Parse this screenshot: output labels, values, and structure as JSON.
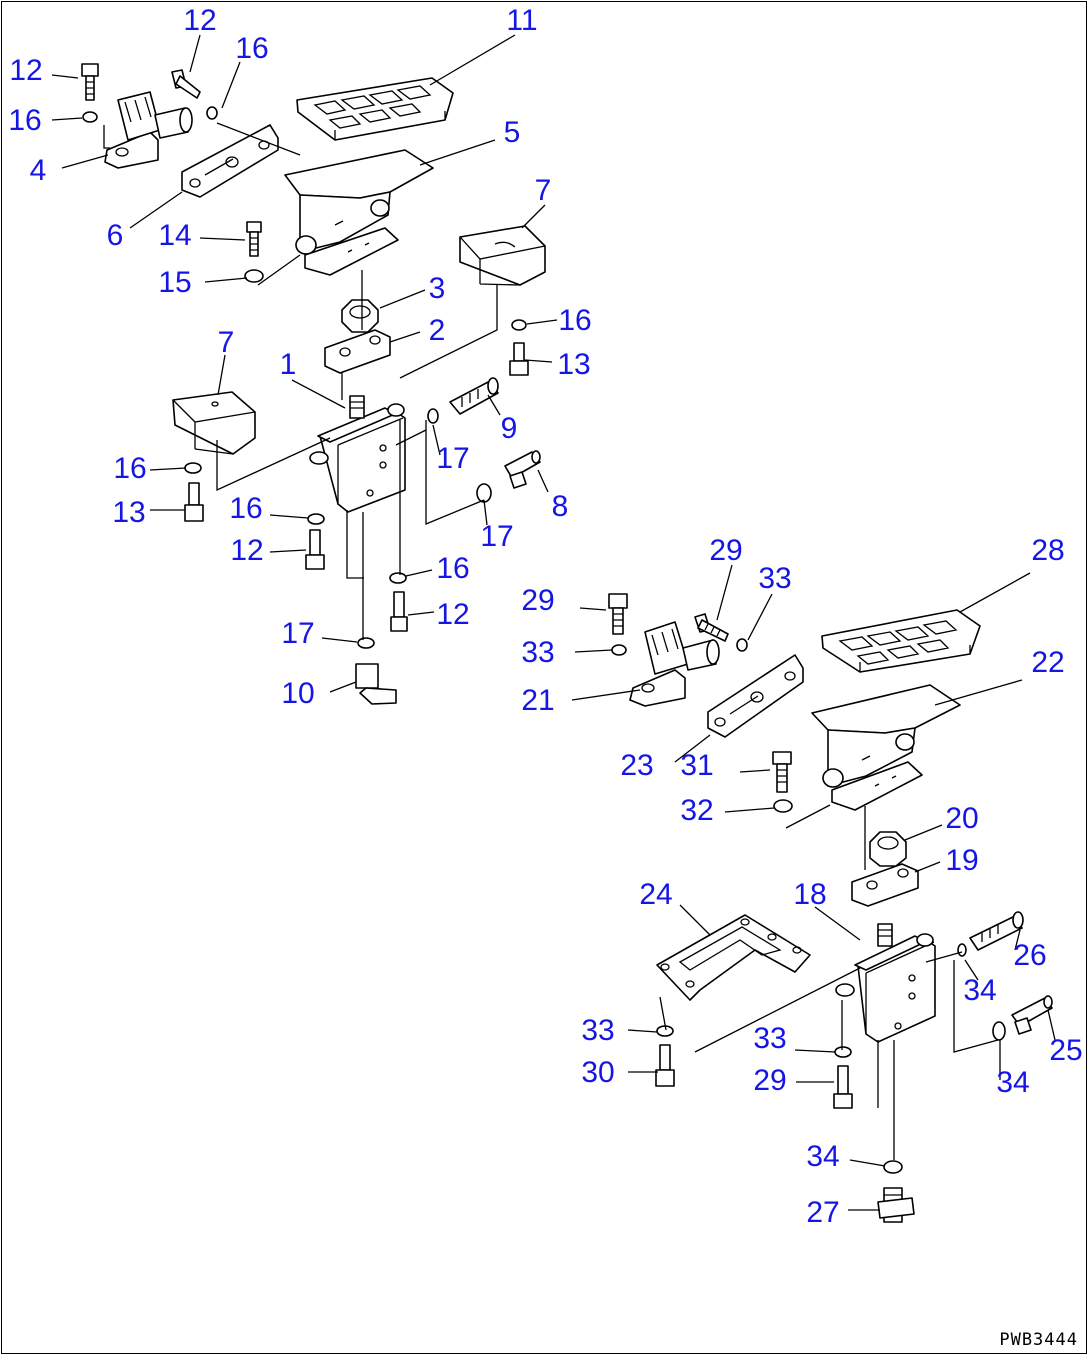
{
  "drawing_code": "PWB3444",
  "callouts": [
    {
      "id": "c1",
      "n": "12"
    },
    {
      "id": "c2",
      "n": "12"
    },
    {
      "id": "c3",
      "n": "16"
    },
    {
      "id": "c4",
      "n": "11"
    },
    {
      "id": "c5",
      "n": "16"
    },
    {
      "id": "c6",
      "n": "4"
    },
    {
      "id": "c7",
      "n": "5"
    },
    {
      "id": "c8",
      "n": "6"
    },
    {
      "id": "c9",
      "n": "14"
    },
    {
      "id": "c10",
      "n": "7"
    },
    {
      "id": "c11",
      "n": "15"
    },
    {
      "id": "c12",
      "n": "3"
    },
    {
      "id": "c13",
      "n": "2"
    },
    {
      "id": "c14",
      "n": "16"
    },
    {
      "id": "c15",
      "n": "13"
    },
    {
      "id": "c16",
      "n": "7"
    },
    {
      "id": "c17",
      "n": "1"
    },
    {
      "id": "c18",
      "n": "9"
    },
    {
      "id": "c19",
      "n": "17"
    },
    {
      "id": "c20",
      "n": "16"
    },
    {
      "id": "c21",
      "n": "8"
    },
    {
      "id": "c22",
      "n": "13"
    },
    {
      "id": "c23",
      "n": "16"
    },
    {
      "id": "c24",
      "n": "17"
    },
    {
      "id": "c25",
      "n": "12"
    },
    {
      "id": "c26",
      "n": "16"
    },
    {
      "id": "c27",
      "n": "29"
    },
    {
      "id": "c28",
      "n": "33"
    },
    {
      "id": "c29",
      "n": "28"
    },
    {
      "id": "c30",
      "n": "29"
    },
    {
      "id": "c31",
      "n": "12"
    },
    {
      "id": "c32",
      "n": "17"
    },
    {
      "id": "c33",
      "n": "33"
    },
    {
      "id": "c34",
      "n": "22"
    },
    {
      "id": "c35",
      "n": "10"
    },
    {
      "id": "c36",
      "n": "21"
    },
    {
      "id": "c37",
      "n": "23"
    },
    {
      "id": "c38",
      "n": "31"
    },
    {
      "id": "c39",
      "n": "32"
    },
    {
      "id": "c40",
      "n": "20"
    },
    {
      "id": "c41",
      "n": "19"
    },
    {
      "id": "c42",
      "n": "24"
    },
    {
      "id": "c43",
      "n": "18"
    },
    {
      "id": "c44",
      "n": "26"
    },
    {
      "id": "c45",
      "n": "34"
    },
    {
      "id": "c46",
      "n": "33"
    },
    {
      "id": "c47",
      "n": "33"
    },
    {
      "id": "c48",
      "n": "25"
    },
    {
      "id": "c49",
      "n": "30"
    },
    {
      "id": "c50",
      "n": "29"
    },
    {
      "id": "c51",
      "n": "34"
    },
    {
      "id": "c52",
      "n": "34"
    },
    {
      "id": "c53",
      "n": "27"
    }
  ]
}
